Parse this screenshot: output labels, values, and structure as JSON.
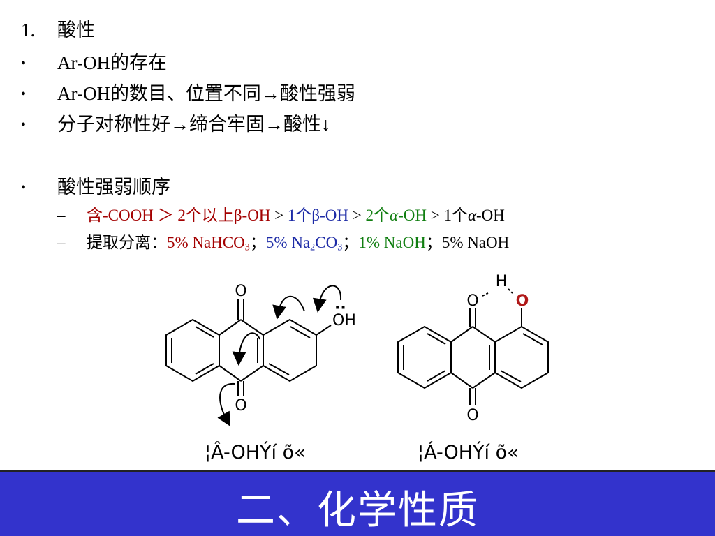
{
  "content": {
    "heading_number": "1.",
    "heading": "酸性",
    "bullet_symbol": "•",
    "bullets": [
      "Ar-OH的存在",
      "Ar-OH的数目、位置不同→酸性强弱",
      "分子对称性好→缔合牢固→酸性↓"
    ],
    "bullet4": "酸性强弱顺序",
    "dash": "–",
    "order": {
      "p1": "含-COOH ＞ 2个以上β-OH",
      "gt1": " > ",
      "p2": "1个β-OH",
      "gt2": " > ",
      "p3a": "2个",
      "alpha": "α",
      "p3b": "-OH",
      "gt3": " > ",
      "p4a": "1个",
      "p4b": "-OH"
    },
    "extraction": {
      "label": "提取分离：",
      "e1a": "5% NaHCO",
      "sub3": "3",
      "sep": "；",
      "e2a": "5% Na",
      "sub2": "2",
      "e2b": "CO",
      "e3": "1% NaOH",
      "e4": "5% NaOH"
    }
  },
  "structures": {
    "left": {
      "o_top": "O",
      "o_bottom": "O",
      "oh": "OH",
      "lone_pair": "··"
    },
    "right": {
      "o_top": "O",
      "o_bottom": "O",
      "o_hydroxyl": "O",
      "h": "H"
    }
  },
  "captions": {
    "left": "¦Â-OHÝí õ«",
    "right": "¦Á-OHÝí õ«"
  },
  "banner": {
    "title": "二、化学性质"
  },
  "colors": {
    "red": "#a30000",
    "blue": "#1c2aa6",
    "green": "#107e10",
    "banner": "#3333cc",
    "hydroxyl_o": "#b01818"
  }
}
